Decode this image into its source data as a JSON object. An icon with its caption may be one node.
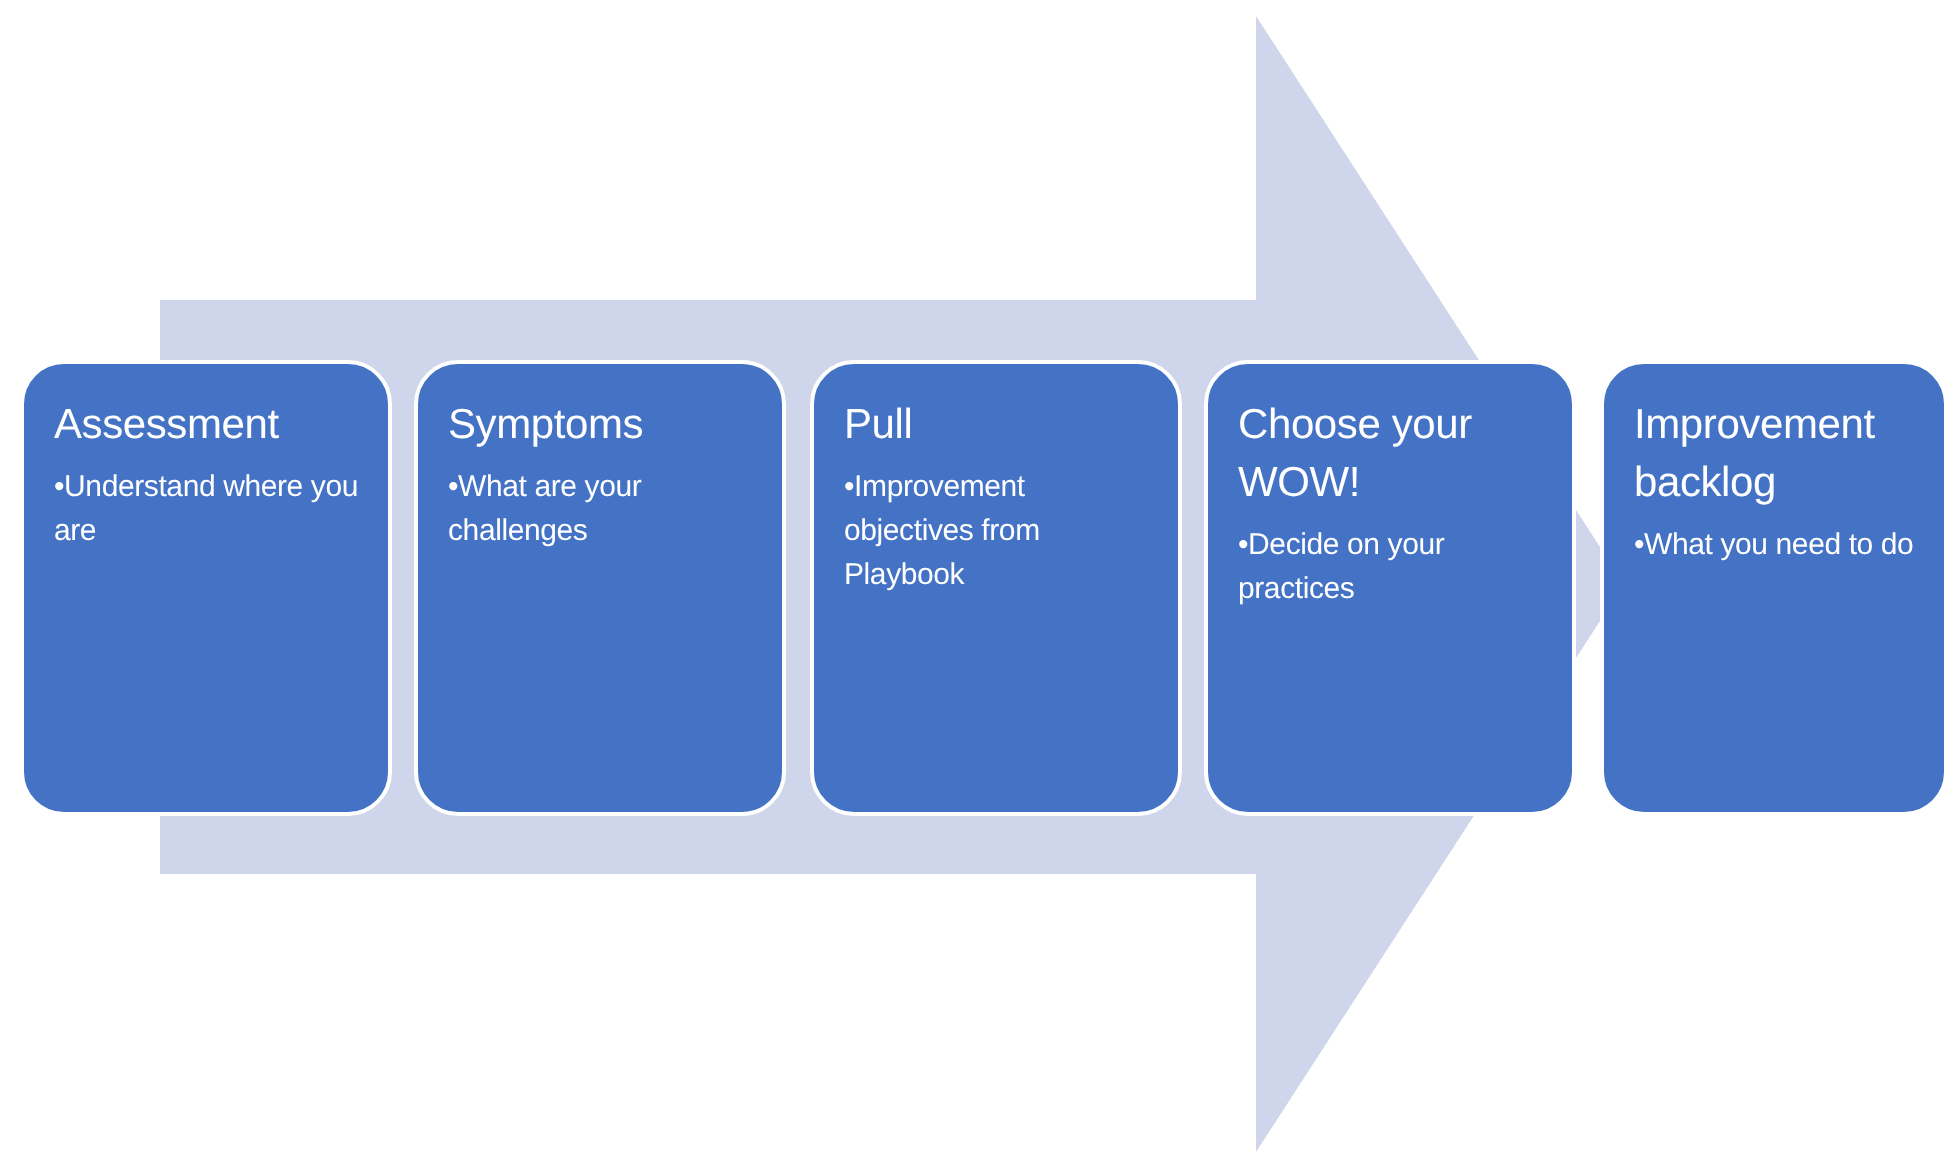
{
  "diagram": {
    "nodes": [
      {
        "text": [
          "Assessment",
          "•Understand where you are"
        ]
      },
      {
        "text": [
          "Symptoms",
          "•What are your challenges"
        ]
      },
      {
        "text": [
          "Pull",
          "•Improvement objectives from Playbook"
        ]
      },
      {
        "text": [
          "Choose your WOW!",
          "•Decide on your practices"
        ]
      },
      {
        "text": [
          "Improvement backlog",
          "•What you need to do"
        ]
      }
    ],
    "edges": [
      {
        "from": 0,
        "to": 4,
        "arrow": "to",
        "style": "thick"
      }
    ]
  }
}
